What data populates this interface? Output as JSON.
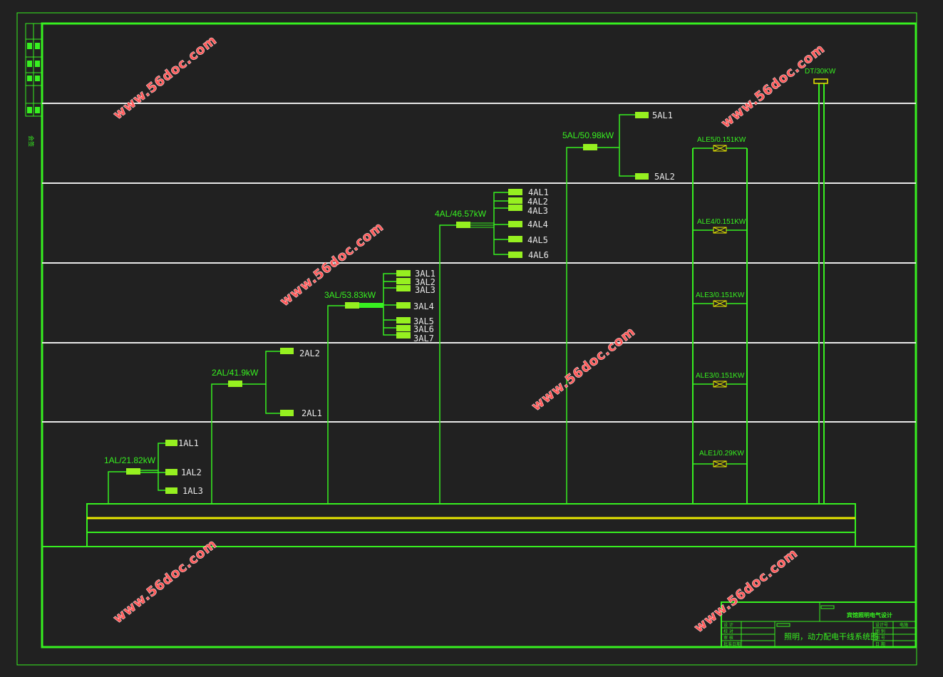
{
  "watermark": "www.56doc.com",
  "side_strip_label": "会签",
  "elevator": {
    "label": "DT/30KW"
  },
  "panels": [
    {
      "id": "p1",
      "label": "1AL/21.82kW",
      "branches": [
        "1AL1",
        "1AL2",
        "1AL3"
      ]
    },
    {
      "id": "p2",
      "label": "2AL/41.9kW",
      "branches": [
        "2AL2",
        "2AL1"
      ]
    },
    {
      "id": "p3",
      "label": "3AL/53.83kW",
      "branches": [
        "3AL1",
        "3AL2",
        "3AL3",
        "3AL4",
        "3AL5",
        "3AL6",
        "3AL7"
      ]
    },
    {
      "id": "p4",
      "label": "4AL/46.57kW",
      "branches": [
        "4AL1",
        "4AL2",
        "4AL3",
        "4AL4",
        "4AL5",
        "4AL6"
      ]
    },
    {
      "id": "p5",
      "label": "5AL/50.98kW",
      "branches": [
        "5AL1",
        "5AL2"
      ]
    }
  ],
  "emergency": [
    {
      "id": "e5",
      "label": "ALE5/0.151KW"
    },
    {
      "id": "e4",
      "label": "ALE4/0.151KW"
    },
    {
      "id": "e3a",
      "label": "ALE3/0.151KW"
    },
    {
      "id": "e3b",
      "label": "ALE3/0.151KW"
    },
    {
      "id": "e1",
      "label": "ALE1/0.29KW"
    }
  ],
  "title_block": {
    "project": "宾馆照明电气设计",
    "drawing_title": "照明，动力配电干线系统图",
    "row_labels": [
      "设 计",
      "校 对",
      "审 核",
      "批准日期"
    ],
    "right_labels": [
      "设计号",
      "图 别",
      "图 号",
      "日 期"
    ],
    "right_values": [
      "电施",
      "",
      "",
      ""
    ]
  }
}
